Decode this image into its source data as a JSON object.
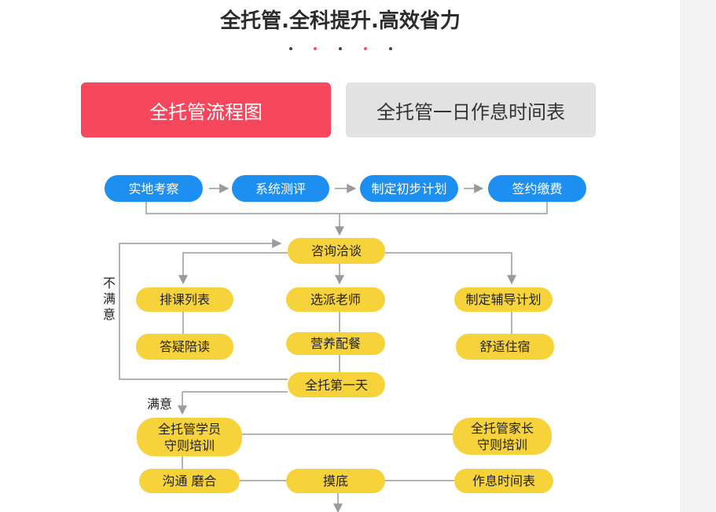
{
  "title": "全托管.全科提升.高效省力",
  "colors": {
    "dark_dot": "#444444",
    "red_dot": "#f0536a",
    "tab_active_bg": "#f7475c",
    "tab_inactive_bg": "#e2e2e2",
    "blue_node": "#1c8ff0",
    "yellow_node": "#f6d23b",
    "connector": "#9a9a9a"
  },
  "tabs": [
    {
      "label": "全托管流程图",
      "active": true
    },
    {
      "label": "全托管一日作息时间表",
      "active": false
    }
  ],
  "flow": {
    "step1": "实地考察",
    "step2": "系统测评",
    "step3": "制定初步计划",
    "step4": "签约缴费",
    "consult": "咨询洽谈",
    "schedule_classes": "排课列表",
    "qa_study": "答疑陪读",
    "assign_teacher": "选派老师",
    "nutrition": "营养配餐",
    "tutoring_plan": "制定辅导计划",
    "accommodation": "舒适住宿",
    "first_day": "全托第一天",
    "student_training": "全托管学员\n守则培训",
    "parent_training": "全托管家长\n守则培训",
    "adapt": "沟通  磨合",
    "probe": "摸底",
    "timetable": "作息时间表",
    "unsatisfied": "不满意",
    "satisfied": "满意"
  }
}
